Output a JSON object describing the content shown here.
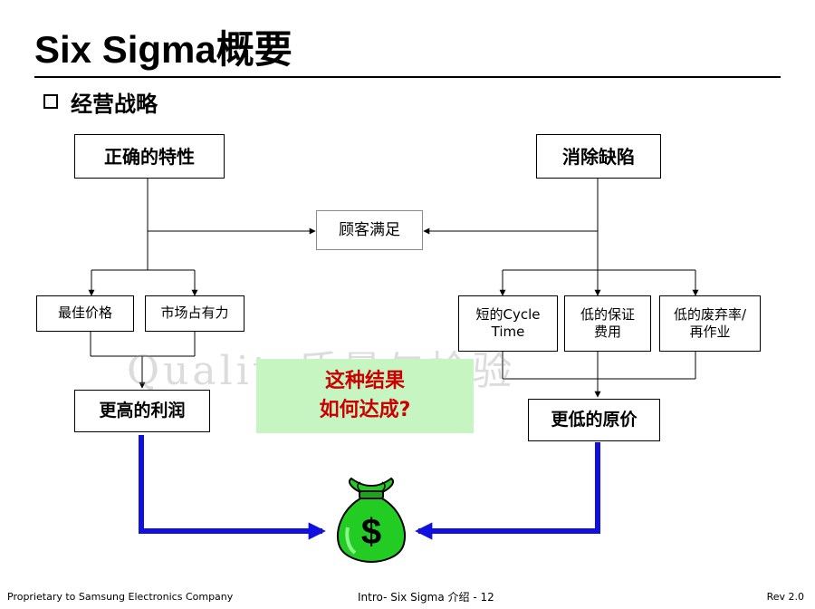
{
  "title": "Six Sigma概要",
  "bullet": "经营战略",
  "boxes": {
    "correct_characteristics": "正确的特性",
    "eliminate_defects": "消除缺陷",
    "customer_satisfaction": "顾客满足",
    "best_price": "最佳价格",
    "market_share": "市场占有力",
    "short_cycle_time": "短的Cycle Time",
    "low_warranty_cost": "低的保证费用",
    "low_scrap_rework": "低的废弃率/再作业",
    "higher_profit": "更高的利润",
    "lower_cost": "更低的原价"
  },
  "center_question": {
    "line1": "这种结果",
    "line2": "如何达成?"
  },
  "watermark": "Quality质量与检验",
  "money_symbol": "$",
  "footer": {
    "left": "Proprietary to Samsung Electronics Company",
    "center": "Intro- Six Sigma 介绍 - 12",
    "right": "Rev 2.0"
  },
  "colors": {
    "green_box": "#c6f5c2",
    "question_text": "#cc0000",
    "blue_arrow": "#1010e0",
    "money_bag": "#22cc22"
  },
  "icons": {
    "bullet": "checkbox-icon",
    "money": "money-bag-icon"
  }
}
